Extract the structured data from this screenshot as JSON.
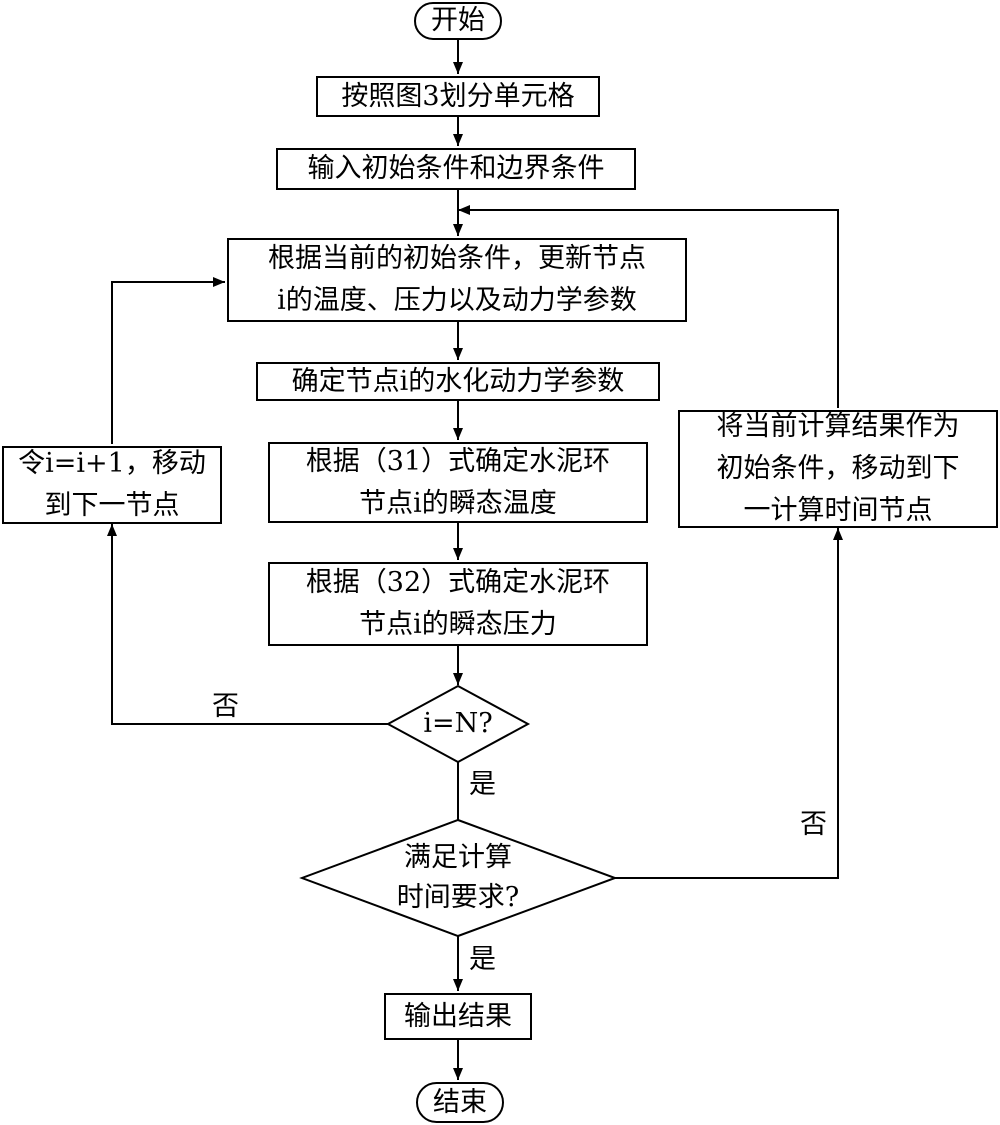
{
  "nodes": {
    "start": "开始",
    "divide_cells": "按照图3划分单元格",
    "input_conditions": "输入初始条件和边界条件",
    "update_node": "根据当前的初始条件，更新节点\ni的温度、压力以及动力学参数",
    "hydration_params": "确定节点i的水化动力学参数",
    "temp_eq31": "根据（31）式确定水泥环\n节点i的瞬态温度",
    "pressure_eq32": "根据（32）式确定水泥环\n节点i的瞬态压力",
    "check_last_node": "i=N?",
    "next_node": "令i=i+1，移动\n到下一节点",
    "check_time": "满足计算\n时间要求?",
    "next_time_step": "将当前计算结果作为\n初始条件，移动到下\n一计算时间节点",
    "output": "输出结果",
    "end": "结束"
  },
  "edge_labels": {
    "no_node": "否",
    "yes_node": "是",
    "no_time": "否",
    "yes_time": "是"
  }
}
